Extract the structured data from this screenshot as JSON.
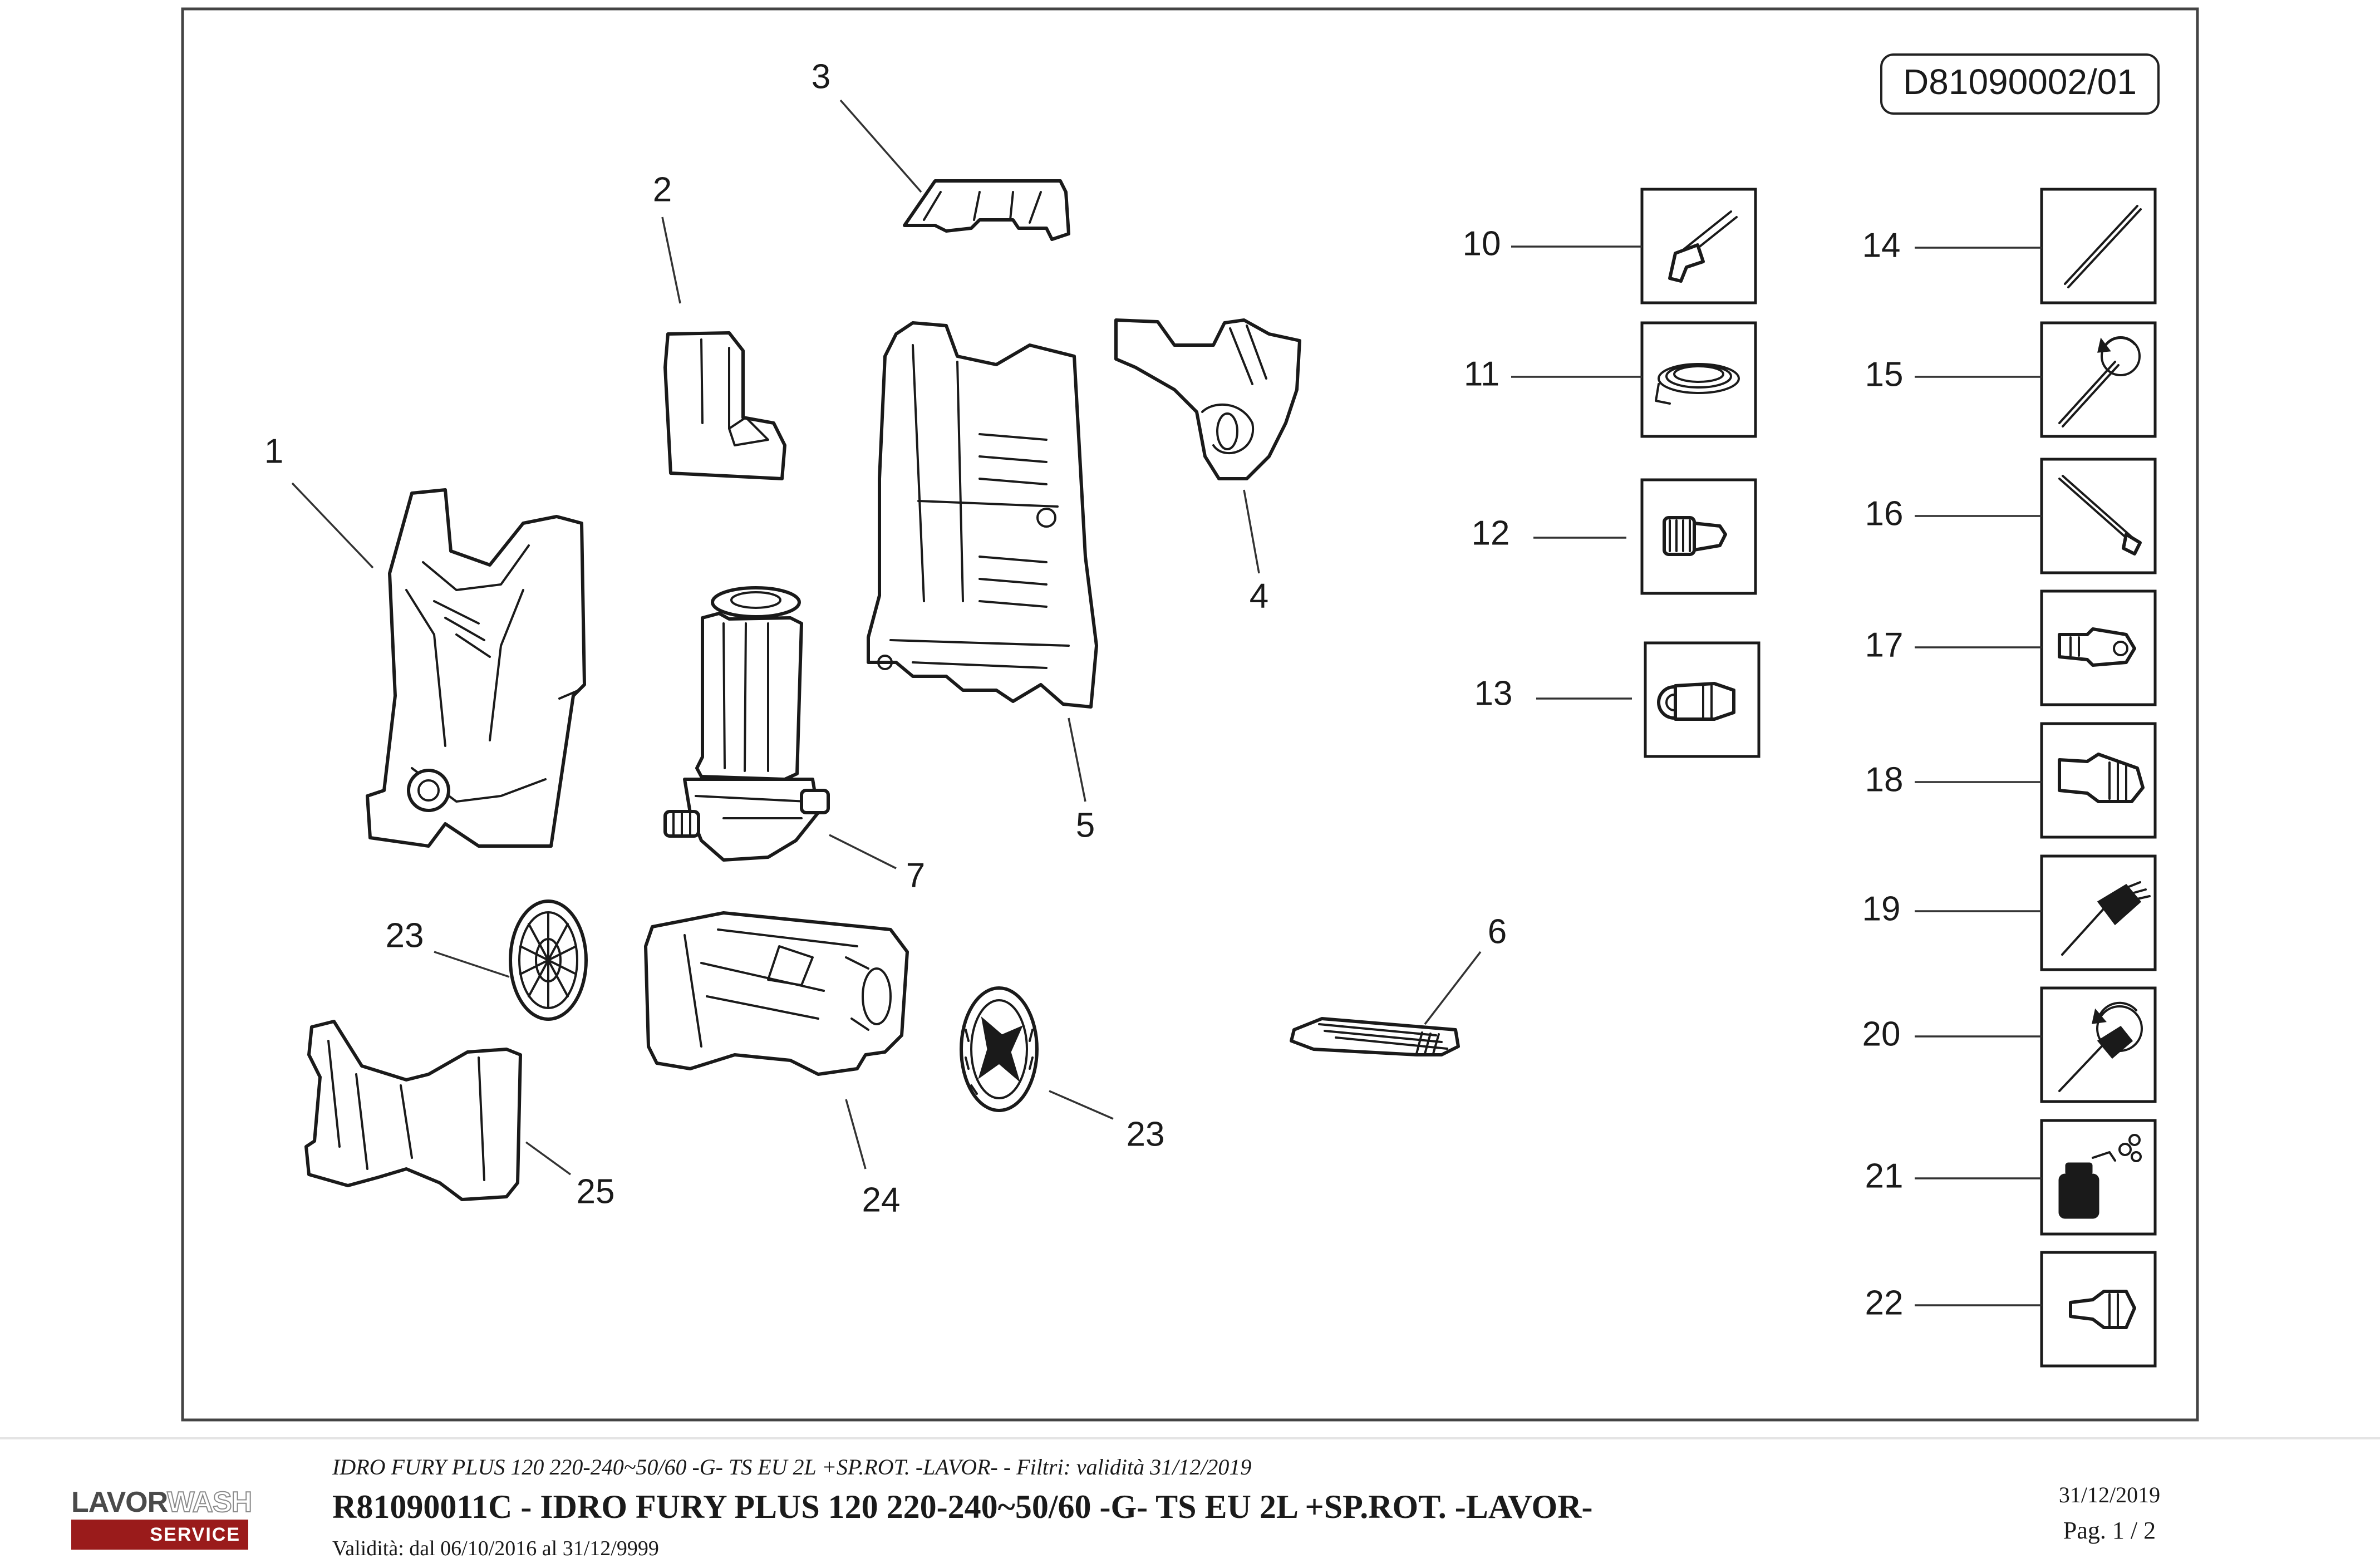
{
  "drawing": {
    "code": "D81090002/01",
    "parts": {
      "p1": "1",
      "p2": "2",
      "p3": "3",
      "p4": "4",
      "p5": "5",
      "p6": "6",
      "p7": "7",
      "p10": "10",
      "p11": "11",
      "p12": "12",
      "p13": "13",
      "p14": "14",
      "p15": "15",
      "p16": "16",
      "p17": "17",
      "p18": "18",
      "p19": "19",
      "p20": "20",
      "p21": "21",
      "p22": "22",
      "p23": "23",
      "p24": "24",
      "p25": "25"
    }
  },
  "footer": {
    "logo_word1": "LAVOR",
    "logo_word2": "WASH",
    "logo_service": "SERVICE",
    "subtitle": "IDRO FURY PLUS 120 220-240~50/60 -G- TS EU 2L +SP.ROT. -LAVOR- - Filtri: validità 31/12/2019",
    "title": "R81090011C - IDRO FURY PLUS 120 220-240~50/60 -G- TS EU 2L +SP.ROT. -LAVOR-",
    "validity": "Validità: dal 06/10/2016 al 31/12/9999",
    "date": "31/12/2019",
    "page": "Pag. 1 / 2"
  },
  "colors": {
    "logo_red": "#9a1b1b",
    "line": "#1a1a1a"
  }
}
